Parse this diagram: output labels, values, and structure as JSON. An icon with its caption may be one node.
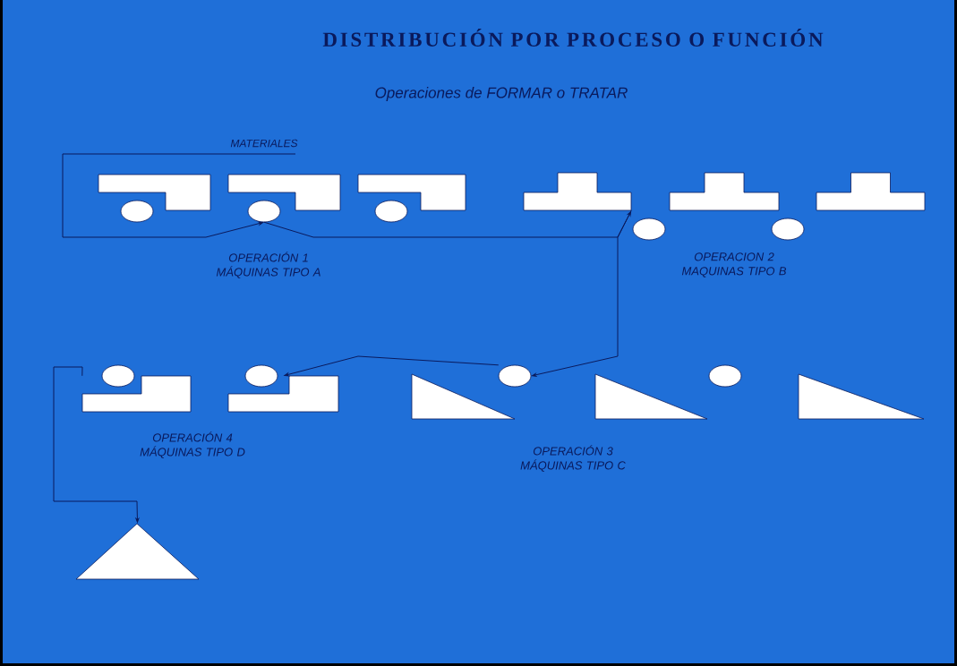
{
  "diagram": {
    "title": "DISTRIBUCIÓN POR PROCESO O FUNCIÓN",
    "nodes": [
      {
        "text": [],
        "shape": "box"
      },
      {
        "text": [],
        "shape": "box"
      },
      {
        "text": [],
        "shape": "box"
      },
      {
        "text": [],
        "shape": "circle"
      },
      {
        "text": [],
        "shape": "circle"
      },
      {
        "text": [],
        "shape": "circle"
      },
      {
        "text": [],
        "shape": "box"
      },
      {
        "text": [],
        "shape": "box"
      },
      {
        "text": [],
        "shape": "box"
      },
      {
        "text": [],
        "shape": "circle"
      },
      {
        "text": [],
        "shape": "circle"
      },
      {
        "text": [],
        "shape": "triangle"
      },
      {
        "text": [],
        "shape": "triangle"
      },
      {
        "text": [],
        "shape": "triangle"
      },
      {
        "text": [],
        "shape": "circle"
      },
      {
        "text": [],
        "shape": "circle"
      },
      {
        "text": [],
        "shape": "box"
      },
      {
        "text": [],
        "shape": "box"
      },
      {
        "text": [],
        "shape": "circle"
      },
      {
        "text": [],
        "shape": "circle"
      },
      {
        "text": [],
        "shape": "triangle"
      }
    ],
    "edges": [
      {
        "from": null,
        "to": 4,
        "arrow": "to",
        "label": "MATERIALES"
      },
      {
        "from": 4,
        "to": 6,
        "arrow": "to"
      },
      {
        "from": 6,
        "to": 14,
        "arrow": "to"
      },
      {
        "from": 14,
        "to": 17,
        "arrow": "to"
      },
      {
        "from": 16,
        "to": 20,
        "arrow": "to"
      }
    ],
    "labels": [
      "Operaciones de FORMAR o TRATAR",
      "OPERACIÓN 1 MÁQUINAS TIPO A",
      "OPERACION 2 MAQUINAS TIPO B",
      "OPERACIÓN 4 MÁQUINAS TIPO D",
      "OPERACIÓN 3 MÁQUINAS TIPO C"
    ]
  }
}
